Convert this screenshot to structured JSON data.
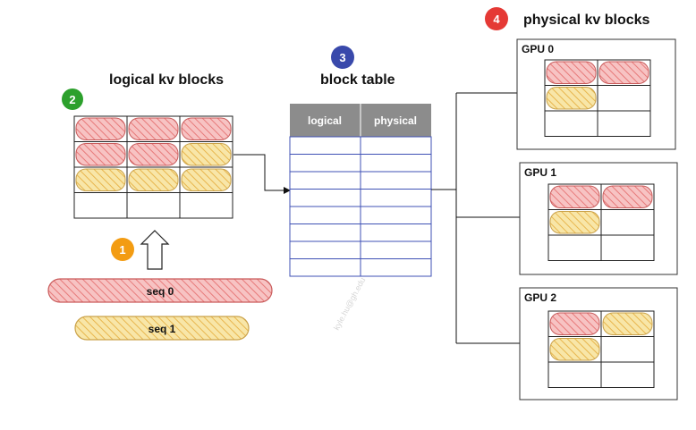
{
  "colors": {
    "red_fill": "#f7c3c3",
    "red_stroke": "#c95b5b",
    "red_hatch": "#e77a7a",
    "yellow_fill": "#f8e6a8",
    "yellow_stroke": "#caa24a",
    "yellow_hatch": "#e8b64e",
    "badge1": "#f39c12",
    "badge2": "#2ca02c",
    "badge3": "#3949ab",
    "badge4": "#e53935",
    "table_header": "#8c8c8c",
    "table_border": "#3f51b5"
  },
  "badges": {
    "step1": "1",
    "step2": "2",
    "step3": "3",
    "step4": "4"
  },
  "logical": {
    "title": "logical kv blocks",
    "rows": [
      [
        "red",
        "red",
        "red"
      ],
      [
        "red",
        "red",
        "yellow"
      ],
      [
        "yellow",
        "yellow",
        "yellow"
      ],
      [
        "empty",
        "empty",
        "empty"
      ]
    ]
  },
  "sequences": [
    {
      "label": "seq 0",
      "color": "red"
    },
    {
      "label": "seq 1",
      "color": "yellow"
    }
  ],
  "block_table": {
    "title": "block table",
    "headers": [
      "logical",
      "physical"
    ],
    "row_count": 8
  },
  "physical": {
    "title": "physical kv blocks",
    "gpus": [
      {
        "name": "GPU 0",
        "cells": [
          [
            "red",
            "red"
          ],
          [
            "yellow",
            "empty"
          ],
          [
            "empty",
            "empty"
          ]
        ]
      },
      {
        "name": "GPU 1",
        "cells": [
          [
            "red",
            "red"
          ],
          [
            "yellow",
            "empty"
          ],
          [
            "empty",
            "empty"
          ]
        ]
      },
      {
        "name": "GPU 2",
        "cells": [
          [
            "red",
            "yellow"
          ],
          [
            "yellow",
            "empty"
          ],
          [
            "empty",
            "empty"
          ]
        ]
      }
    ]
  },
  "watermark": "kyle.hu@gh.edu"
}
